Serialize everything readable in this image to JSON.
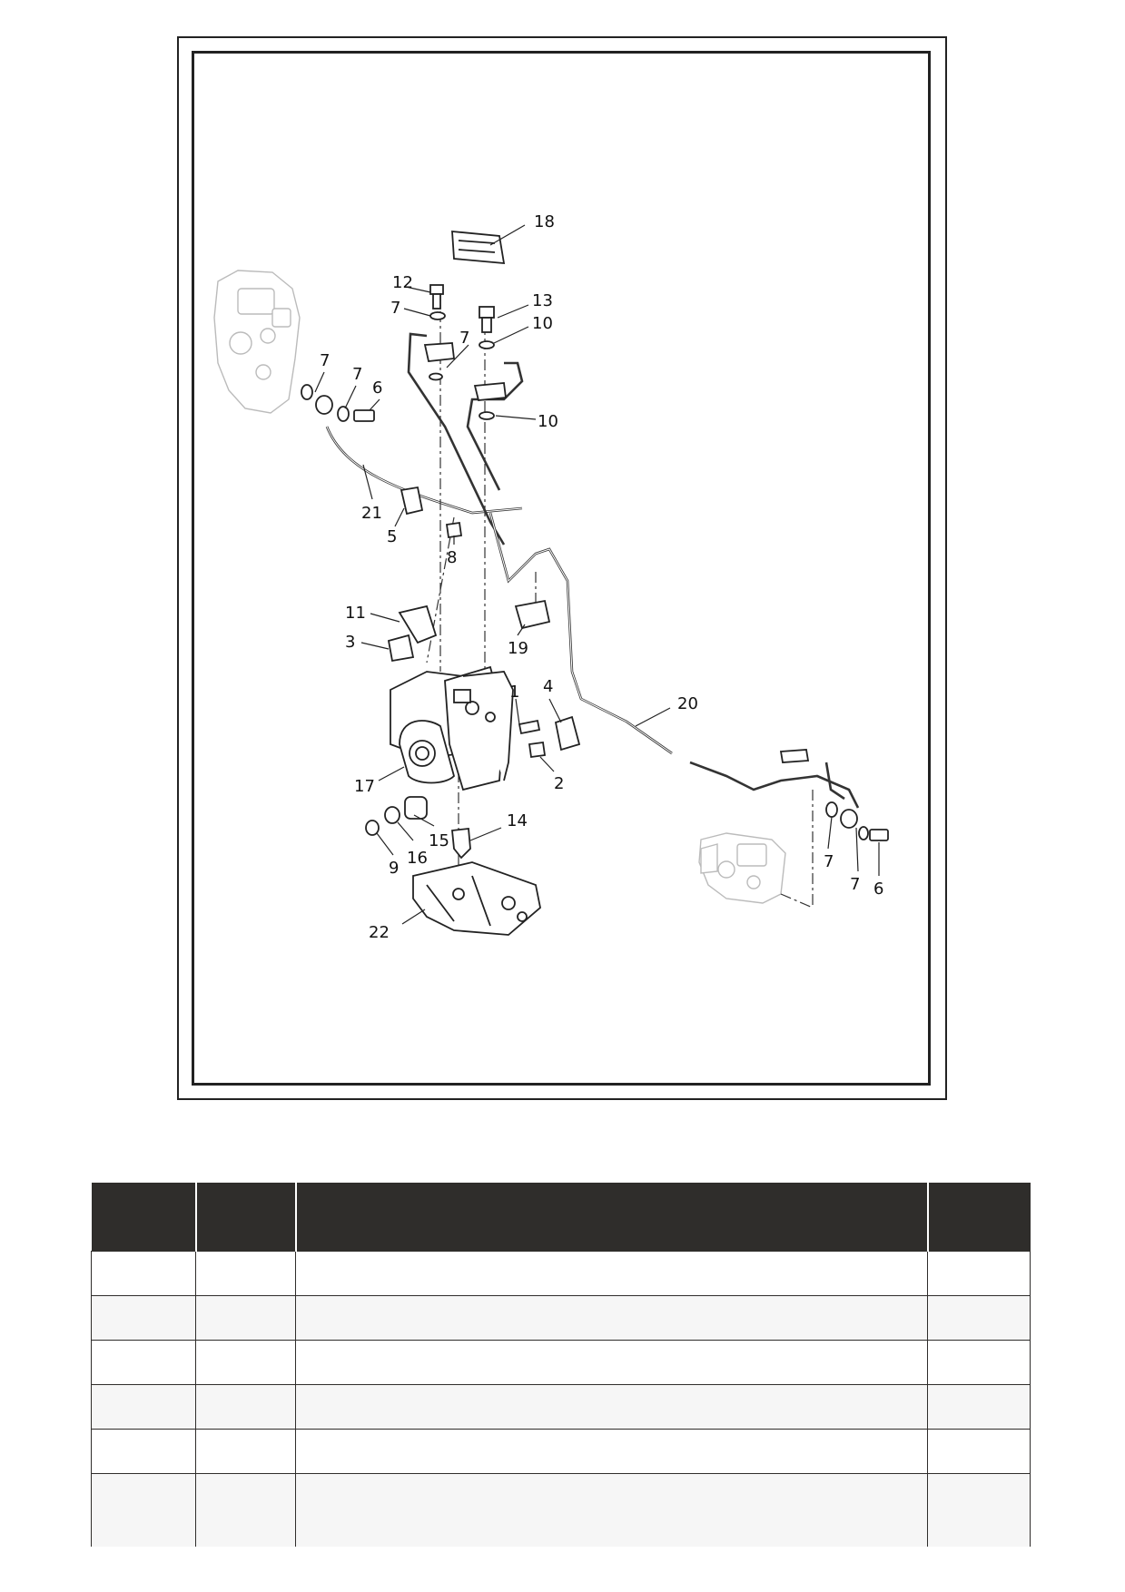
{
  "diagram": {
    "callouts": [
      {
        "id": "c18",
        "label": "18"
      },
      {
        "id": "c12",
        "label": "12"
      },
      {
        "id": "c13",
        "label": "13"
      },
      {
        "id": "c7a",
        "label": "7"
      },
      {
        "id": "c10a",
        "label": "10"
      },
      {
        "id": "c7b",
        "label": "7"
      },
      {
        "id": "c7c",
        "label": "7"
      },
      {
        "id": "c7d",
        "label": "7"
      },
      {
        "id": "c6a",
        "label": "6"
      },
      {
        "id": "c10b",
        "label": "10"
      },
      {
        "id": "c21",
        "label": "21"
      },
      {
        "id": "c5",
        "label": "5"
      },
      {
        "id": "c8",
        "label": "8"
      },
      {
        "id": "c11",
        "label": "11"
      },
      {
        "id": "c3",
        "label": "3"
      },
      {
        "id": "c19",
        "label": "19"
      },
      {
        "id": "c20",
        "label": "20"
      },
      {
        "id": "c1",
        "label": "1"
      },
      {
        "id": "c4",
        "label": "4"
      },
      {
        "id": "c2",
        "label": "2"
      },
      {
        "id": "c17",
        "label": "17"
      },
      {
        "id": "c14",
        "label": "14"
      },
      {
        "id": "c15",
        "label": "15"
      },
      {
        "id": "c16",
        "label": "16"
      },
      {
        "id": "c9",
        "label": "9"
      },
      {
        "id": "c22",
        "label": "22"
      },
      {
        "id": "c7e",
        "label": "7"
      },
      {
        "id": "c7f",
        "label": "7"
      },
      {
        "id": "c6b",
        "label": "6"
      }
    ]
  },
  "table": {
    "headers": [
      "",
      "",
      "",
      ""
    ],
    "rows": [
      [
        "",
        "",
        "",
        ""
      ],
      [
        "",
        "",
        "",
        ""
      ],
      [
        "",
        "",
        "",
        ""
      ],
      [
        "",
        "",
        "",
        ""
      ],
      [
        "",
        "",
        "",
        ""
      ],
      [
        "",
        "",
        "",
        ""
      ]
    ]
  }
}
